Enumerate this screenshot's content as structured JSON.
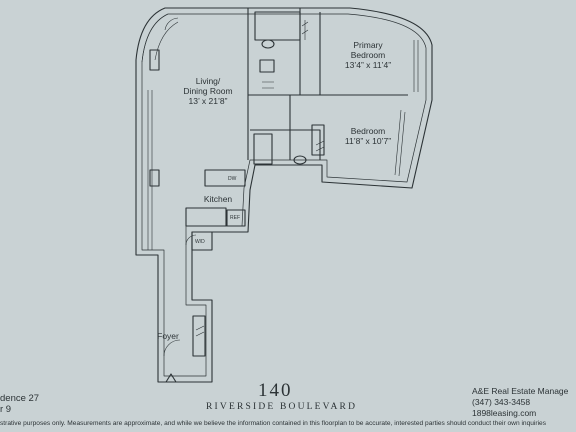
{
  "rooms": {
    "living": {
      "name_line1": "Living/",
      "name_line2": "Dining Room",
      "dims": "13’ x 21’8”"
    },
    "primary": {
      "name_line1": "Primary",
      "name_line2": "Bedroom",
      "dims": "13’4” x 11’4”"
    },
    "bedroom": {
      "name": "Bedroom",
      "dims": "11’8” x 10’7”"
    },
    "kitchen": {
      "name": "Kitchen"
    },
    "foyer": {
      "name": "Foyer"
    }
  },
  "appliances": {
    "dw": "DW",
    "ref": "REF",
    "wd": "W/D"
  },
  "building": {
    "number": "140",
    "name": "RIVERSIDE BOULEVARD"
  },
  "residence": {
    "line1": "dence 27",
    "line2": "r 9"
  },
  "contact": {
    "company": "A&E Real Estate Manage",
    "phone": "(347) 343-3458",
    "website": "1898leasing.com"
  },
  "disclaimer": "strative purposes only.  Measurements are approximate, and while we believe the information contained in this floorplan to be accurate, interested parties should conduct their own inquiries",
  "colors": {
    "background": "#c9d2d4",
    "line": "#2c3336"
  }
}
